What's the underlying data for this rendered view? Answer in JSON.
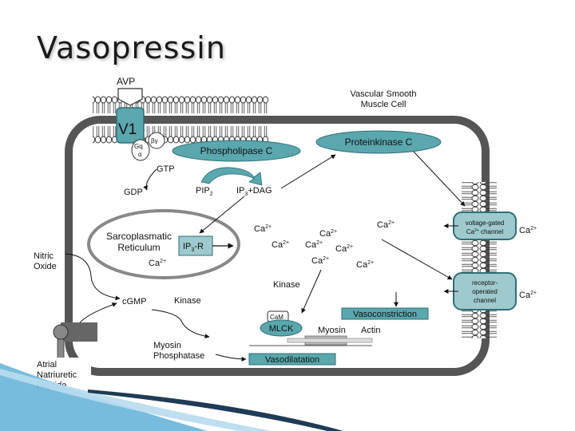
{
  "slide": {
    "title": "Vasopressin"
  },
  "diagram": {
    "avp": "AVP",
    "cell_label_1": "Vascular Smooth",
    "cell_label_2": "Muscle Cell",
    "receptor": "V1",
    "gq_1": "Gq",
    "gq_2": "α",
    "beta_gamma": "βγ",
    "gtp": "GTP",
    "gdp": "GDP",
    "phospholipase": "Phospholipase C",
    "proteinkinase": "Proteinkinase C",
    "pip2": "PIP",
    "pip2_sub": "2",
    "ip3": "IP",
    "ip3_sub": "3",
    "ip3_rest": "+DAG",
    "sr_1": "Sarcoplasmatic",
    "sr_2": "Reticulum",
    "ip3r": "IP",
    "ip3r_sub": "3",
    "ip3r_rest": "-R",
    "ca_plus": "Ca",
    "ca_charge": "2+",
    "nitric_1": "Nitric",
    "nitric_2": "Oxide",
    "cgmp": "cGMP",
    "kinase_low": "Kinase",
    "kinase_mid": "Kinase",
    "myosin_phos_1": "Myosin",
    "myosin_phos_2": "Phosphatase",
    "cam": "CaM",
    "mlck": "MLCK",
    "myosin": "Myosin",
    "actin": "Actin",
    "vasoconstriction": "Vasoconstriction",
    "vasodilatation": "Vasodilatation",
    "vg_channel_1": "voltage-gated",
    "vg_channel_2": "Ca",
    "vg_channel_2_sup": "2+",
    "vg_channel_2_rest": " channel",
    "ro_channel_1": "receptor-",
    "ro_channel_2": "operated",
    "ro_channel_3": "channel",
    "anp_1": "Atrial",
    "anp_2": "Natriuretic",
    "anp_3": "Peptide"
  },
  "colors": {
    "accent_fill": "#5aa7ae",
    "accent_stroke": "#2f6f76",
    "membrane": "#555555",
    "panel": "#9ec9cd"
  }
}
